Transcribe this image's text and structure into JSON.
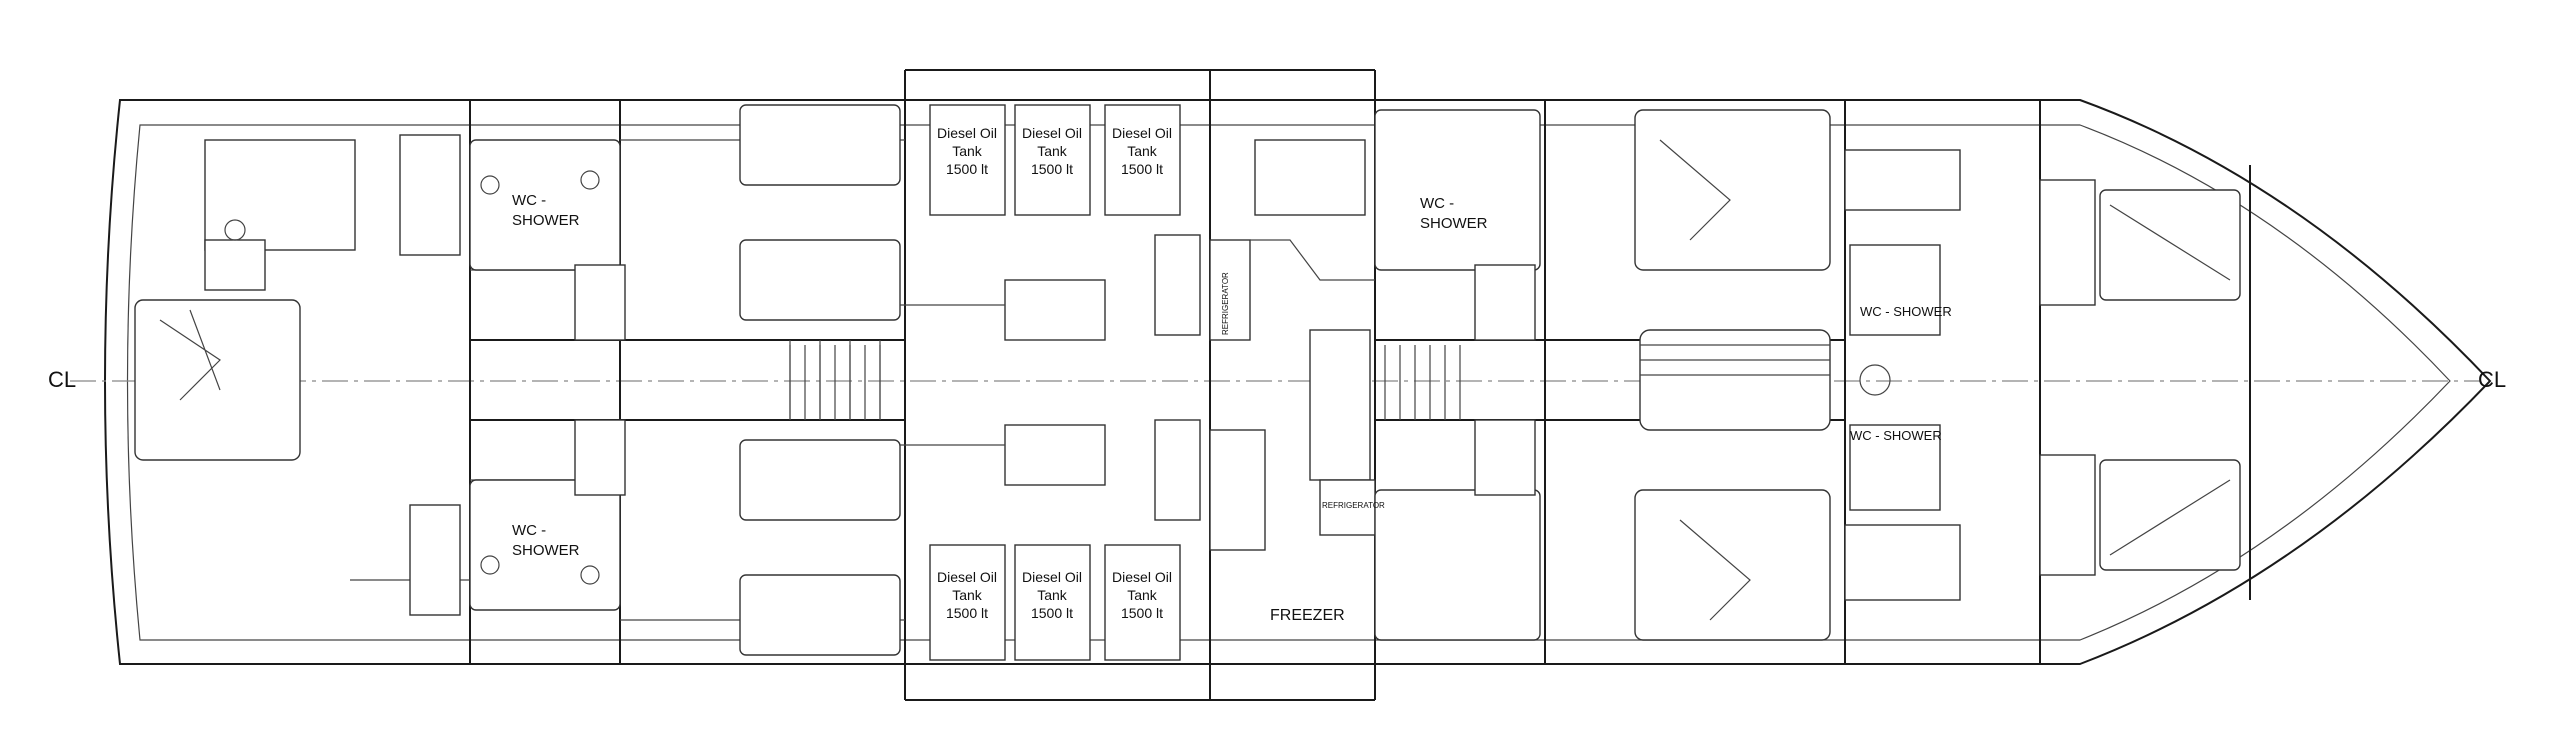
{
  "centerline": {
    "left": "CL",
    "right": "CL"
  },
  "rooms": {
    "wc_shower_aft_top": [
      "WC -",
      "SHOWER"
    ],
    "wc_shower_aft_bottom": [
      "WC -",
      "SHOWER"
    ],
    "wc_shower_fwd_top": [
      "WC -",
      "SHOWER"
    ],
    "wc_shower_bow_top": "WC - SHOWER",
    "wc_shower_bow_bottom": "WC - SHOWER",
    "freezer": "FREEZER",
    "refrigerator_1": "REFRIGERATOR",
    "refrigerator_2": "REFRIGERATOR"
  },
  "tanks": [
    [
      "Diesel Oil",
      "Tank",
      "1500 lt"
    ],
    [
      "Diesel Oil",
      "Tank",
      "1500 lt"
    ],
    [
      "Diesel Oil",
      "Tank",
      "1500 lt"
    ],
    [
      "Diesel Oil",
      "Tank",
      "1500 lt"
    ],
    [
      "Diesel Oil",
      "Tank",
      "1500 lt"
    ],
    [
      "Diesel Oil",
      "Tank",
      "1500 lt"
    ]
  ]
}
